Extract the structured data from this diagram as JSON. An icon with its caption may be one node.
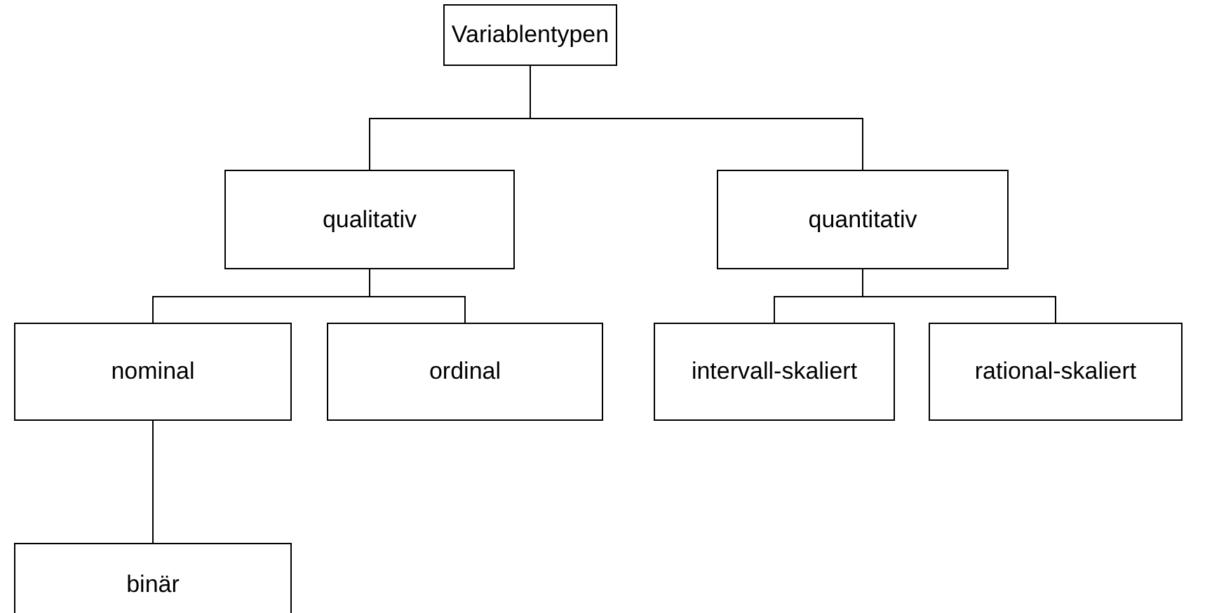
{
  "diagram": {
    "nodes": [
      {
        "text": [
          "Variablentypen"
        ]
      },
      {
        "text": [
          "qualitativ"
        ]
      },
      {
        "text": [
          "quantitativ"
        ]
      },
      {
        "text": [
          "nominal"
        ]
      },
      {
        "text": [
          "ordinal"
        ]
      },
      {
        "text": [
          "intervall-skaliert"
        ]
      },
      {
        "text": [
          "rational-skaliert"
        ]
      },
      {
        "text": [
          "binär"
        ]
      }
    ],
    "edges": [
      {
        "from": 0,
        "to": 1,
        "arrow": "none"
      },
      {
        "from": 0,
        "to": 2,
        "arrow": "none"
      },
      {
        "from": 1,
        "to": 3,
        "arrow": "none"
      },
      {
        "from": 1,
        "to": 4,
        "arrow": "none"
      },
      {
        "from": 2,
        "to": 5,
        "arrow": "none"
      },
      {
        "from": 2,
        "to": 6,
        "arrow": "none"
      },
      {
        "from": 3,
        "to": 7,
        "arrow": "none"
      }
    ]
  }
}
